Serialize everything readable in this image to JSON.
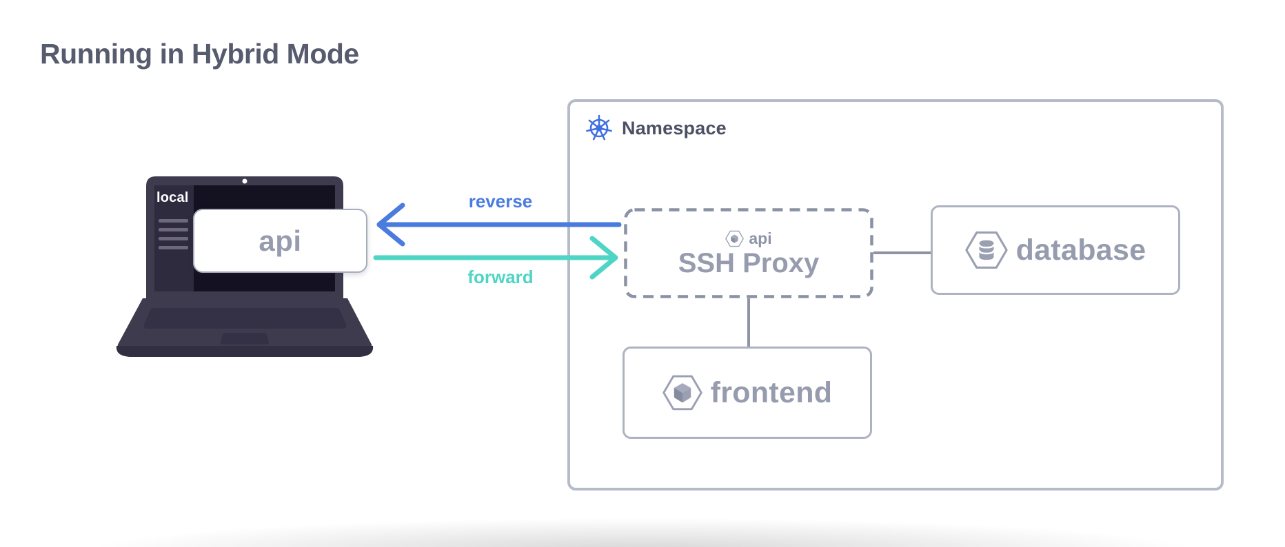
{
  "title": "Running in Hybrid Mode",
  "laptop": {
    "screen_label": "local",
    "service_label": "api"
  },
  "arrows": {
    "reverse_label": "reverse",
    "forward_label": "forward"
  },
  "namespace": {
    "label": "Namespace",
    "icon": "kubernetes-wheel-icon",
    "ssh_proxy": {
      "badge": "api",
      "label": "SSH Proxy",
      "icon": "hexagon-cube-icon"
    },
    "database": {
      "label": "database",
      "icon": "hexagon-database-icon"
    },
    "frontend": {
      "label": "frontend",
      "icon": "hexagon-cube-icon"
    }
  },
  "colors": {
    "title_text": "#565b6d",
    "reverse_blue": "#4a7ce0",
    "forward_teal": "#4fd5c5",
    "kubernetes_blue": "#3f6fe2",
    "node_text": "#969cae",
    "badge_text": "#8e94a6",
    "namespace_border": "#b6bbc8",
    "dashed_border": "#8b92a6",
    "node_border": "#aeb3c1",
    "connector_gray": "#8e94a6"
  }
}
